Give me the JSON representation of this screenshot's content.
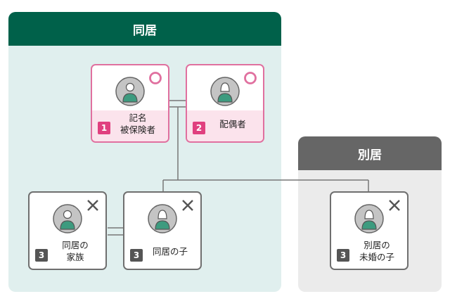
{
  "colors": {
    "dokyo_header": "#00614a",
    "dokyo_bg": "#e0efee",
    "bekkyo_header": "#666666",
    "bekkyo_bg": "#ebebeb",
    "pink": "#e0709f",
    "green_body": "#3d9b7f"
  },
  "panels": {
    "dokyo": {
      "title": "同居"
    },
    "bekkyo": {
      "title": "別居"
    }
  },
  "cards": {
    "insured": {
      "number": "1",
      "line1": "記名",
      "line2": "被保険者",
      "mark": "circle-icon",
      "avatar": "male-avatar-icon"
    },
    "spouse": {
      "number": "2",
      "line1": "配偶者",
      "line2": "",
      "mark": "circle-icon",
      "avatar": "female-avatar-icon"
    },
    "family": {
      "number": "3",
      "line1": "同居の",
      "line2": "家族",
      "mark": "cross-icon",
      "avatar": "male-avatar-icon"
    },
    "child": {
      "number": "3",
      "line1": "同居の子",
      "line2": "",
      "mark": "cross-icon",
      "avatar": "female-avatar-icon"
    },
    "separate_child": {
      "number": "3",
      "line1": "別居の",
      "line2": "未婚の子",
      "mark": "cross-icon",
      "avatar": "female-avatar-icon"
    }
  }
}
